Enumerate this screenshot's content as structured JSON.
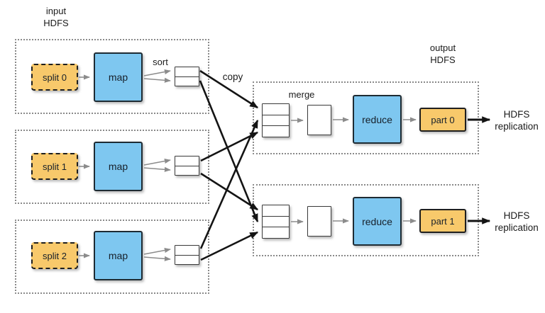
{
  "labels": {
    "input_hdfs": "input\nHDFS",
    "output_hdfs": "output\nHDFS",
    "sort": "sort",
    "copy": "copy",
    "merge": "merge"
  },
  "map_tasks": [
    {
      "split_label": "split 0",
      "map_label": "map"
    },
    {
      "split_label": "split 1",
      "map_label": "map"
    },
    {
      "split_label": "split 2",
      "map_label": "map"
    }
  ],
  "reduce_tasks": [
    {
      "reduce_label": "reduce",
      "part_label": "part 0",
      "output_label": "HDFS\nreplication"
    },
    {
      "reduce_label": "reduce",
      "part_label": "part 1",
      "output_label": "HDFS\nreplication"
    }
  ],
  "colors": {
    "split_fill": "#F8C96B",
    "part_fill": "#F8C96B",
    "map_fill": "#7EC7F0",
    "arrow_black": "#141414",
    "arrow_gray": "#8C8C8C",
    "dotted_border": "#8A8A8A"
  }
}
